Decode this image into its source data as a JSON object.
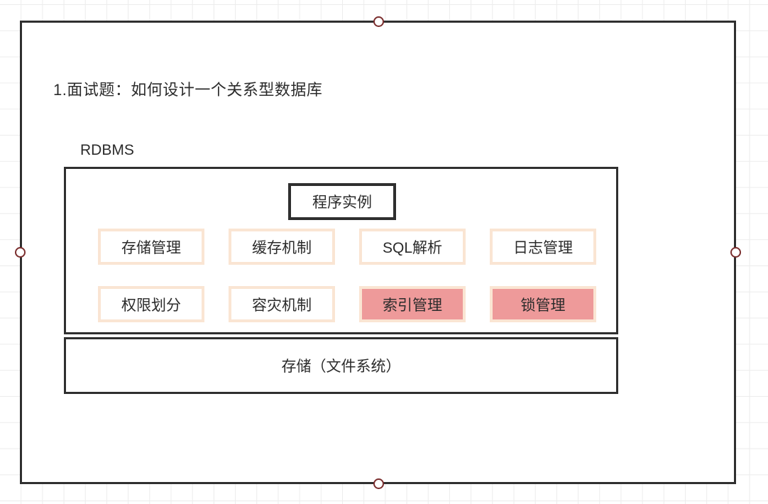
{
  "canvas": {
    "grid_color": "#ececec",
    "background": "#ffffff"
  },
  "frame": {
    "border_color": "#2f2f2f",
    "handle_color": "#7b2e2e",
    "handles": [
      {
        "name": "top-handle"
      },
      {
        "name": "right-handle"
      },
      {
        "name": "bottom-handle"
      },
      {
        "name": "left-handle"
      }
    ]
  },
  "diagram": {
    "title": "1.面试题：如何设计一个关系型数据库",
    "rdbms_label": "RDBMS",
    "program_instance": "程序实例",
    "storage_layer": "存储（文件系统）",
    "module_rows": [
      [
        {
          "label": "存储管理",
          "highlighted": false
        },
        {
          "label": "缓存机制",
          "highlighted": false
        },
        {
          "label": "SQL解析",
          "highlighted": false
        },
        {
          "label": "日志管理",
          "highlighted": false
        }
      ],
      [
        {
          "label": "权限划分",
          "highlighted": false
        },
        {
          "label": "容灾机制",
          "highlighted": false
        },
        {
          "label": "索引管理",
          "highlighted": true
        },
        {
          "label": "锁管理",
          "highlighted": true
        }
      ]
    ],
    "colors": {
      "module_border": "#fae5d3",
      "module_highlight_fill": "#ee9a9a",
      "box_border": "#2f2f2f",
      "text": "#2b2b2b"
    }
  }
}
